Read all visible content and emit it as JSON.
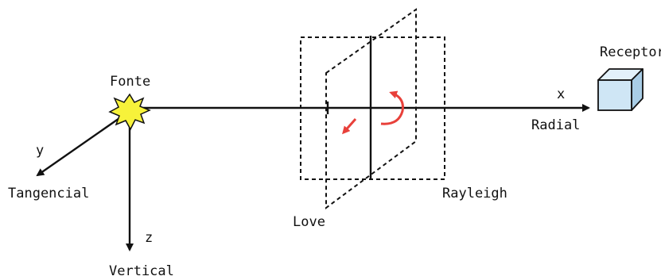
{
  "labels": {
    "fonte": "Fonte",
    "receptor": "Receptor",
    "x_axis": "x",
    "radial": "Radial",
    "y_axis": "y",
    "tangencial": "Tangencial",
    "z_axis": "z",
    "vertical": "Vertical",
    "love": "Love",
    "rayleigh": "Rayleigh"
  },
  "colors": {
    "axis": "#111111",
    "source_fill": "#f7f23a",
    "receptor_front": "#cfe6f5",
    "receptor_top": "#e3f1fa",
    "receptor_side": "#a9cde6",
    "motion_arrow": "#e8403a"
  },
  "icons": {
    "source": "starburst-icon",
    "receptor": "cube-icon",
    "love_motion": "diagonal-arrow-icon",
    "rayleigh_motion": "curved-arrow-icon"
  }
}
